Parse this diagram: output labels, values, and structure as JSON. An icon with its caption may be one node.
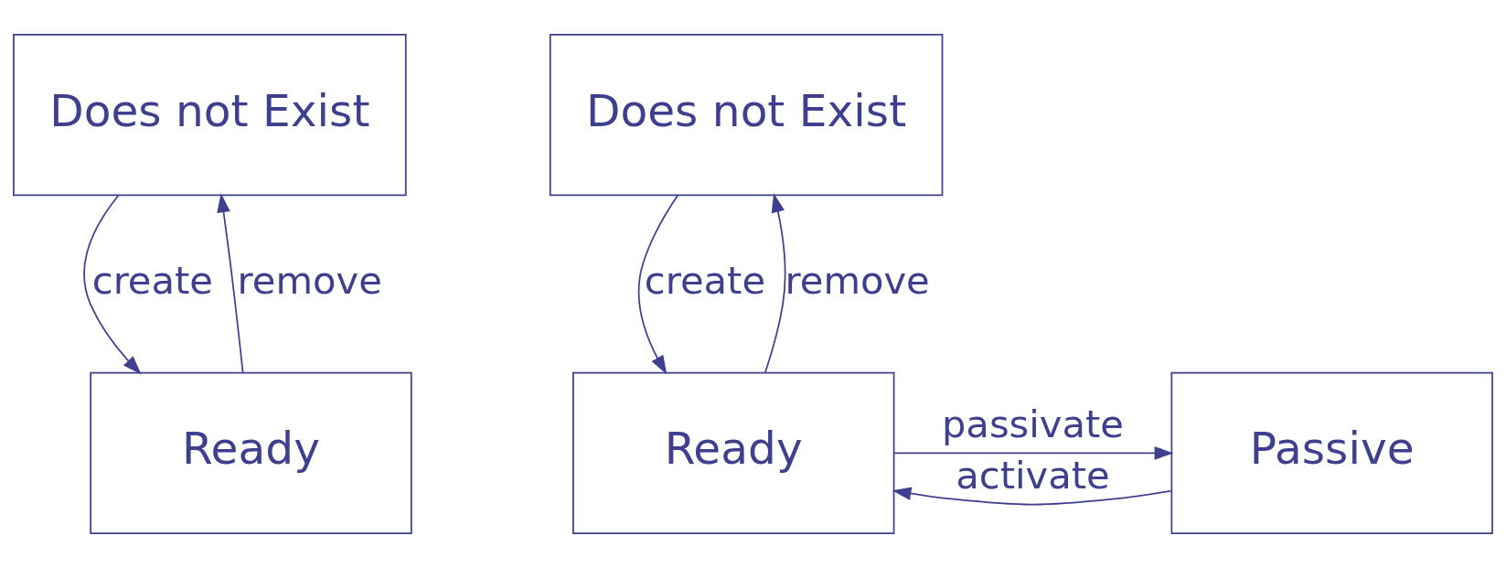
{
  "diagram": {
    "nodes": [
      {
        "text": [
          "Does not Exist"
        ]
      },
      {
        "text": [
          "Ready"
        ]
      },
      {
        "text": [
          "Does not Exist"
        ]
      },
      {
        "text": [
          "Ready"
        ]
      },
      {
        "text": [
          "Passive"
        ]
      }
    ],
    "edges": [
      {
        "from": 0,
        "to": 1,
        "arrow": "to",
        "label": "create"
      },
      {
        "from": 1,
        "to": 0,
        "arrow": "to",
        "label": "remove"
      },
      {
        "from": 2,
        "to": 3,
        "arrow": "to",
        "label": "create"
      },
      {
        "from": 3,
        "to": 2,
        "arrow": "to",
        "label": "remove"
      },
      {
        "from": 3,
        "to": 4,
        "arrow": "to",
        "label": "passivate"
      },
      {
        "from": 4,
        "to": 3,
        "arrow": "to",
        "label": "activate"
      }
    ]
  }
}
